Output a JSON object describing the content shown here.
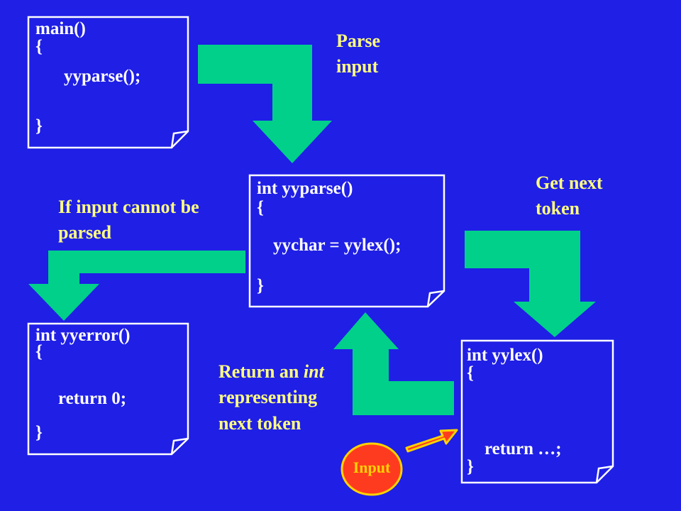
{
  "colors": {
    "background": "#1f1fe6",
    "note_fill": "#1f1fe6",
    "note_border": "#ffffff",
    "arrow": "#00d08a",
    "label_text": "#ffff80",
    "code_text": "#ffffff",
    "input_fill": "#ff3b1f",
    "input_border": "#ffd200",
    "input_text": "#ffd200"
  },
  "notes": {
    "main": {
      "line1": "main()",
      "open": "{",
      "body": "yyparse();",
      "close": "}"
    },
    "yyparse": {
      "line1": "int yyparse()",
      "open": "{",
      "body": "yychar = yylex();",
      "close": "}"
    },
    "yyerror": {
      "line1": "int yyerror()",
      "open": "{",
      "body": "return 0;",
      "close": "}"
    },
    "yylex": {
      "line1": "int yylex()",
      "open": "{",
      "body": "return …;",
      "close": "}"
    }
  },
  "labels": {
    "parse_input": [
      "Parse",
      "input"
    ],
    "get_next_token": [
      "Get next",
      "token"
    ],
    "cannot_parse": [
      "If input cannot be",
      "parsed"
    ],
    "return_int": {
      "prefix": "Return an ",
      "italic": "int",
      "line2": "representing",
      "line3": "next token"
    }
  },
  "input_badge": "Input"
}
